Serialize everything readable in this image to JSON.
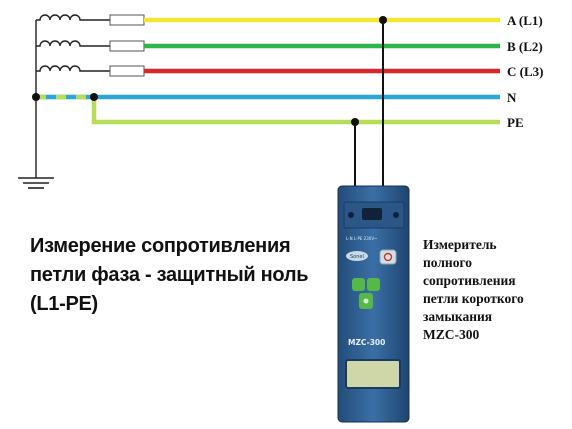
{
  "lines": [
    {
      "label": "A (L1)",
      "color": "#f2e832"
    },
    {
      "label": "B (L2)",
      "color": "#2fb44a"
    },
    {
      "label": "C (L3)",
      "color": "#d8262a"
    },
    {
      "label": "N",
      "color": "#2aa6d8"
    },
    {
      "label": "PE",
      "color": "#b8dc58"
    }
  ],
  "caption": {
    "line1": "Измерение сопротивления",
    "line2": "петли фаза - защитный ноль",
    "line3": "(L1-PE)"
  },
  "device_description": {
    "line1": "Измеритель",
    "line2": "полного",
    "line3": "сопротивления",
    "line4": "петли короткого",
    "line5": "замыкания",
    "line6": "MZC-300"
  },
  "device": {
    "brand": "Sonel",
    "model": "MZC-300",
    "range": "L-N  L-PE  230V~",
    "body_color": "#2e5f92",
    "accent_color": "#57b84a",
    "display_color": "#cfd6a8"
  }
}
